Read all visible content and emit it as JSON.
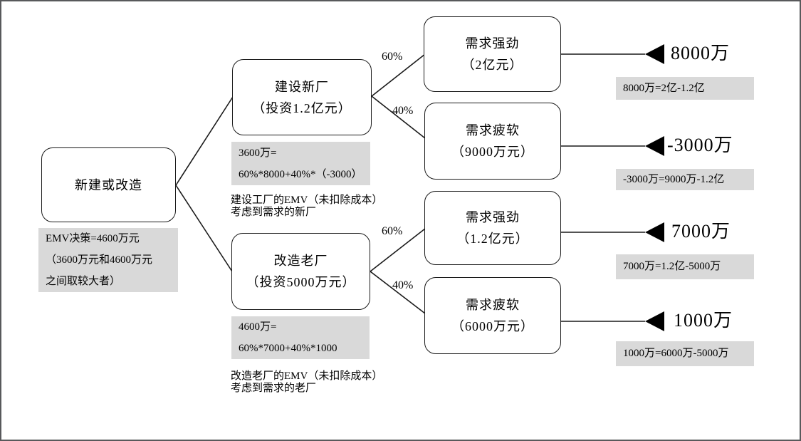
{
  "canvas": {
    "background": "#ffffff",
    "border_color": "#58595b",
    "note_fill": "#d9d9d9",
    "line_color": "#1a1a1a"
  },
  "root": {
    "label": "新建或改造",
    "note_lines": [
      "EMV决策=4600万元",
      "（3600万元和4600万元",
      "之间取较大者）"
    ]
  },
  "decisions": [
    {
      "title": "建设新厂",
      "subtitle": "（投资1.2亿元）",
      "note_lines": [
        "3600万=",
        "60%*8000+40%*（-3000）"
      ],
      "caption_lines": [
        "建设工厂的EMV（未扣除成本）",
        "考虑到需求的新厂"
      ]
    },
    {
      "title": "改造老厂",
      "subtitle": "（投资5000万元）",
      "note_lines": [
        "4600万=",
        "60%*7000+40%*1000"
      ],
      "caption_lines": [
        "改造老厂的EMV（未扣除成本）",
        "考虑到需求的老厂"
      ]
    }
  ],
  "probabilities": [
    {
      "label": "60%"
    },
    {
      "label": "40%"
    },
    {
      "label": "60%"
    },
    {
      "label": "40%"
    }
  ],
  "outcomes": [
    {
      "title": "需求强劲",
      "subtitle": "（2亿元）",
      "value": "8000万",
      "note": "8000万=2亿-1.2亿"
    },
    {
      "title": "需求疲软",
      "subtitle": "（9000万元）",
      "value": "-3000万",
      "note": "-3000万=9000万-1.2亿"
    },
    {
      "title": "需求强劲",
      "subtitle": "（1.2亿元）",
      "value": "7000万",
      "note": "7000万=1.2亿-5000万"
    },
    {
      "title": "需求疲软",
      "subtitle": "（6000万元）",
      "value": "1000万",
      "note": "1000万=6000万-5000万"
    }
  ]
}
